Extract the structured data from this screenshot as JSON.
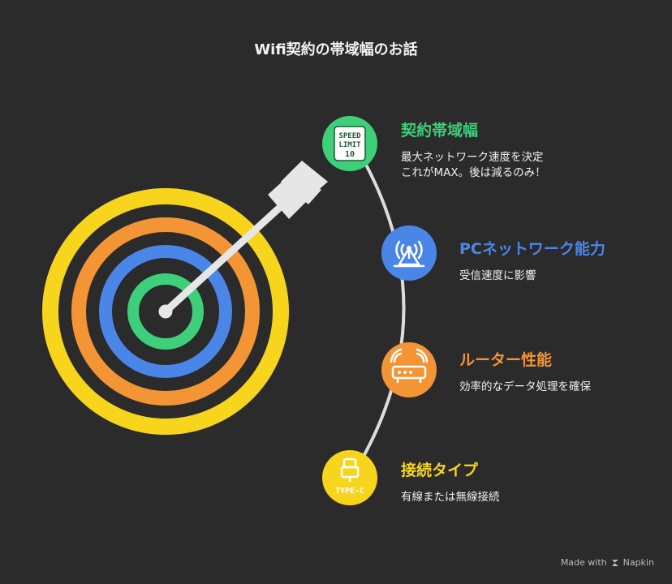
{
  "title": "Wifi契約の帯域幅のお話",
  "items": [
    {
      "heading": "契約帯域幅",
      "desc": [
        "最大ネットワーク速度を決定",
        "これがMAX。後は減るのみ！"
      ],
      "color": "#3ecf7a",
      "icon": "speed-limit-sign-icon",
      "badge": [
        "SPEED",
        "LIMIT",
        "10"
      ]
    },
    {
      "heading": "PCネットワーク能力",
      "desc": [
        "受信速度に影響"
      ],
      "color": "#4a86e8",
      "icon": "wireless-antenna-icon"
    },
    {
      "heading": "ルーター性能",
      "desc": [
        "効率的なデータ処理を確保"
      ],
      "color": "#f39435",
      "icon": "router-icon"
    },
    {
      "heading": "接続タイプ",
      "desc": [
        "有線または無線接続"
      ],
      "color": "#f7d51d",
      "icon": "usb-type-c-icon",
      "badge": [
        "TYPE-C"
      ]
    }
  ],
  "target_colors": [
    "#f7d51d",
    "#f39435",
    "#4a86e8",
    "#3ecf7a"
  ],
  "footer": {
    "made_with": "Made with",
    "brand": "Napkin"
  }
}
